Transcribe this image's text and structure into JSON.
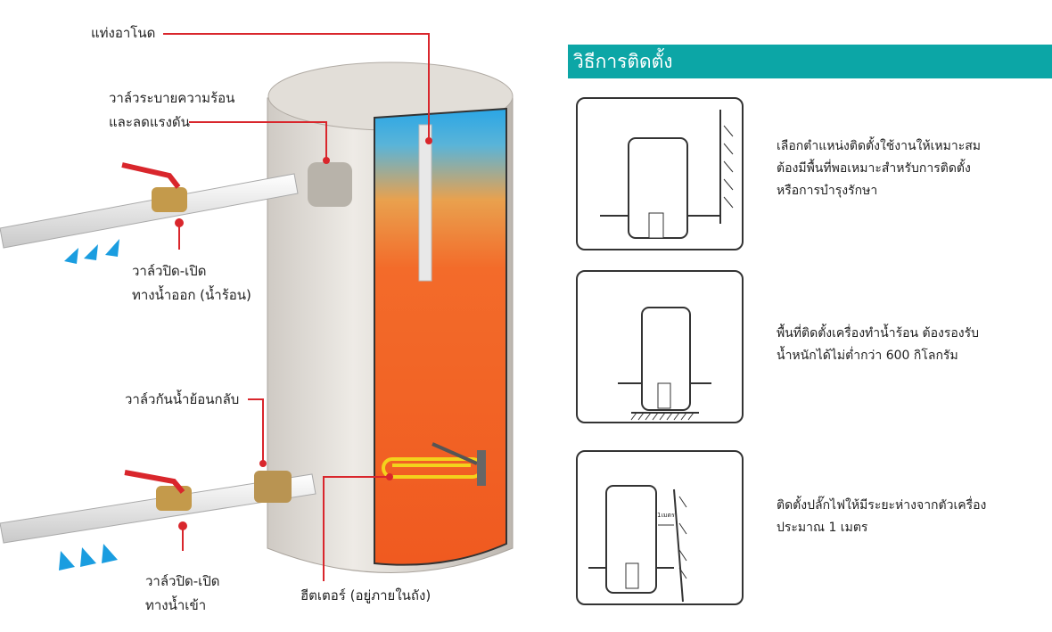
{
  "labels": {
    "anode": "แท่งอาโนด",
    "relief_valve_1": "วาล์วระบายความร้อน",
    "relief_valve_2": "และลดแรงดัน",
    "outlet_valve_1": "วาล์วปิด-เปิด",
    "outlet_valve_2": "ทางน้ำออก (น้ำร้อน)",
    "check_valve": "วาล์วกันน้ำย้อนกลับ",
    "inlet_valve_1": "วาล์วปิด-เปิด",
    "inlet_valve_2": "ทางน้ำเข้า",
    "heater": "ฮีตเตอร์ (อยู่ภายในถัง)"
  },
  "install": {
    "title": "วิธีการติดตั้ง",
    "steps": [
      {
        "lines": [
          "เลือกตำแหน่งติดตั้งใช้งานให้เหมาะสม",
          "ต้องมีพื้นที่พอเหมาะสำหรับการติดตั้ง",
          "หรือการบำรุงรักษา"
        ]
      },
      {
        "lines": [
          "พื้นที่ติดตั้งเครื่องทำน้ำร้อน ต้องรองรับ",
          "น้ำหนักได้ไม่ต่ำกว่า 600 กิโลกรัม"
        ]
      },
      {
        "lines": [
          "ติดตั้งปลั๊กไฟให้มีระยะห่างจากตัวเครื่อง",
          "ประมาณ 1 เมตร"
        ],
        "diagram_label": "1เมตร"
      }
    ]
  },
  "colors": {
    "accent": "#0ca6a6",
    "callout": "#d9262c",
    "arrow": "#1a9de0"
  }
}
